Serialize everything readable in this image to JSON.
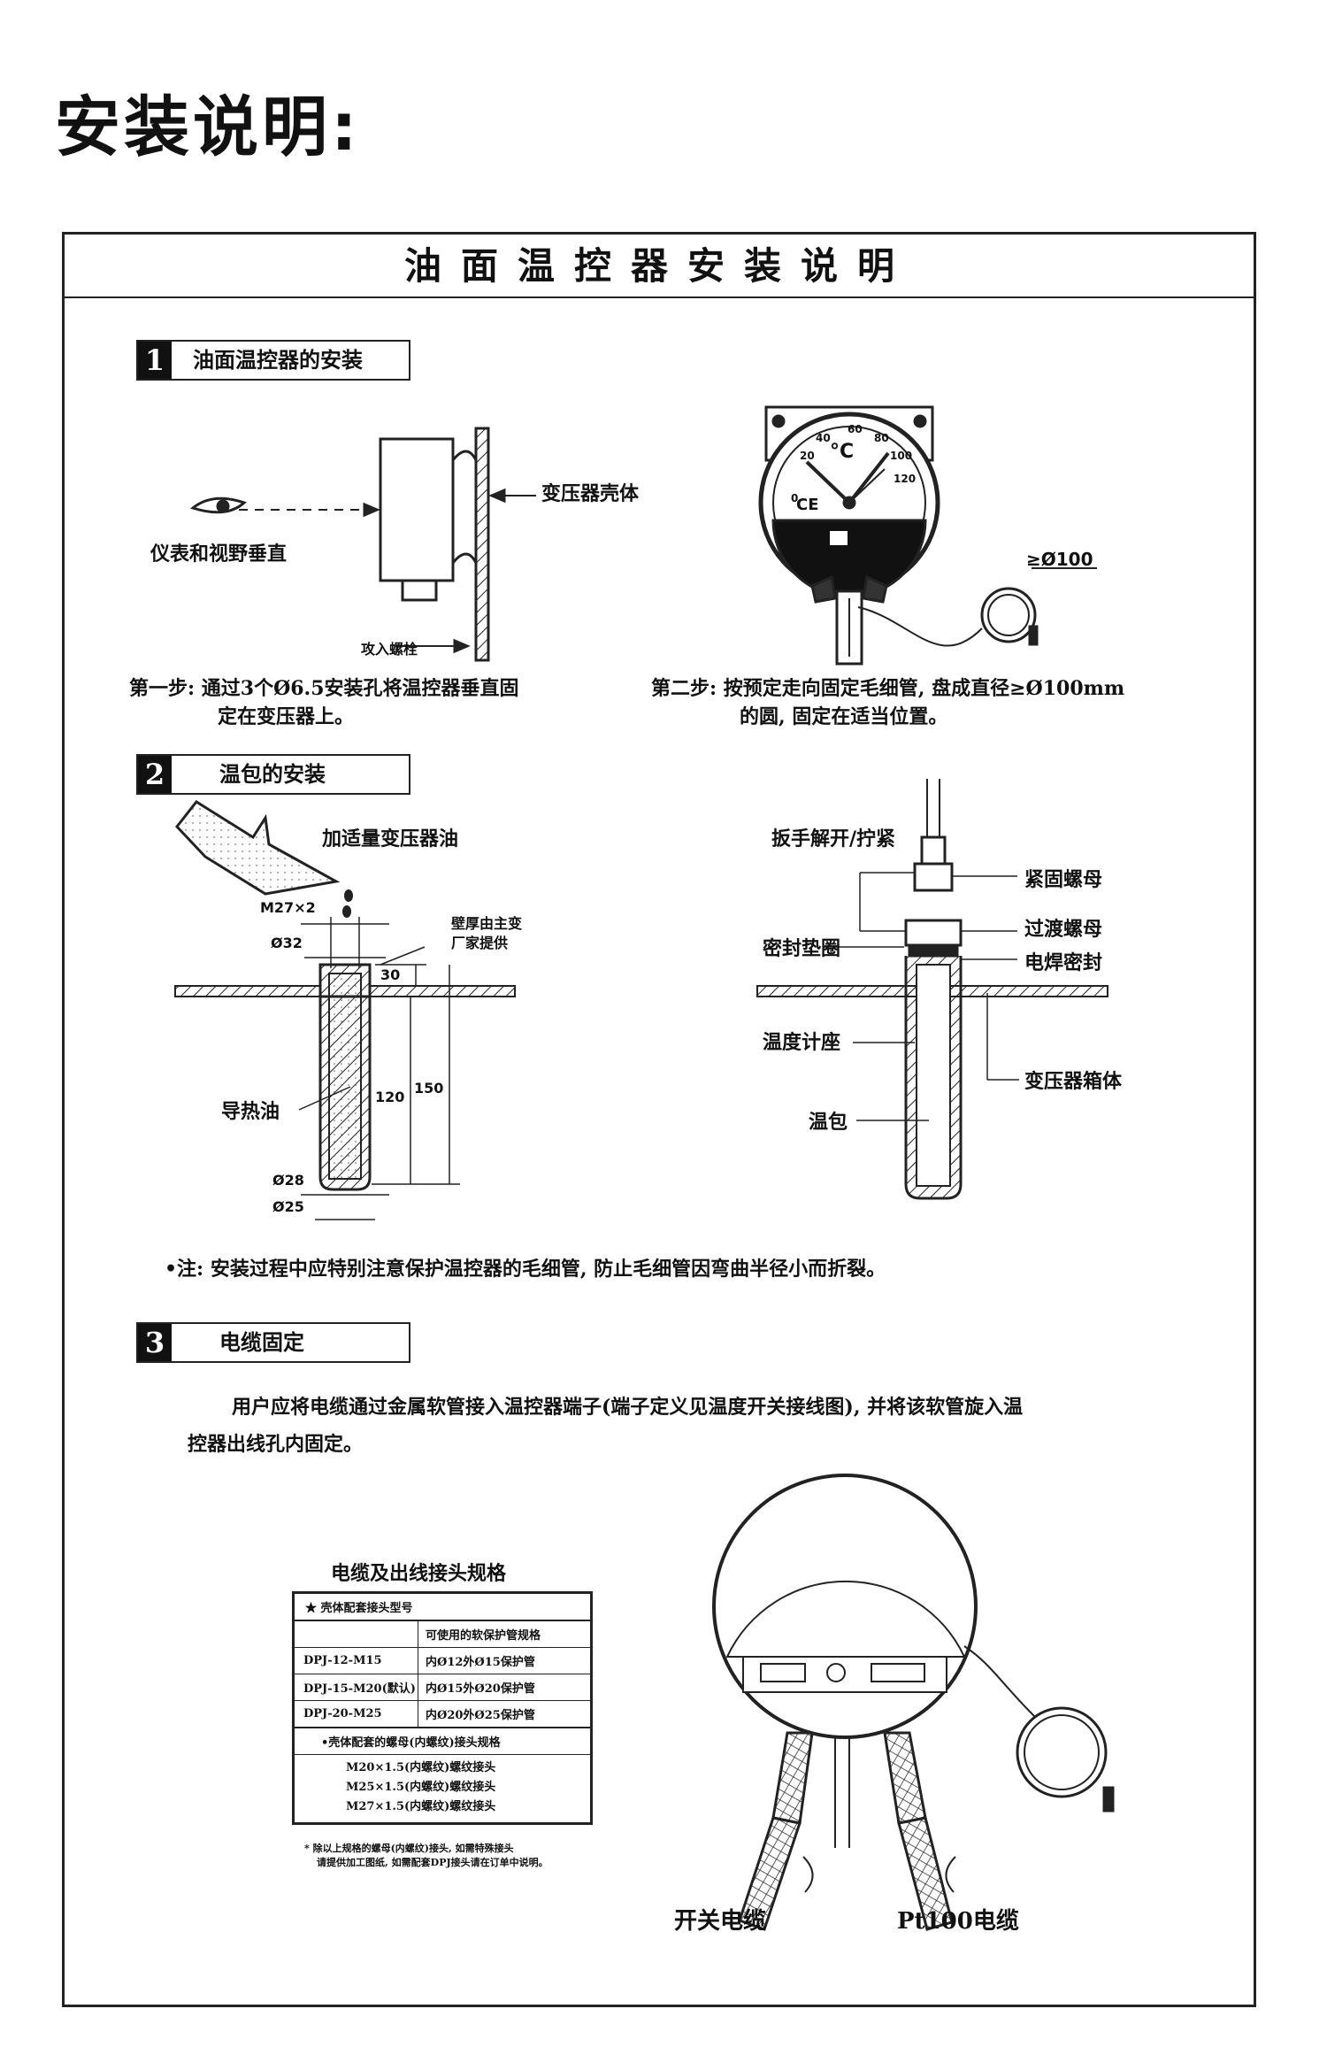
{
  "page_heading": "安装说明:",
  "doc_title": "油面温控器安装说明",
  "section1": {
    "num": "1",
    "title": "油面温控器的安装",
    "label_transformer_shell": "变压器壳体",
    "label_eye": "仪表和视野垂直",
    "label_screw": "攻入螺栓",
    "step1_line1": "第一步: 通过3个Ø6.5安装孔将温控器垂直固",
    "step1_line2": "定在变压器上。",
    "step2_line1": "第二步: 按预定走向固定毛细管, 盘成直径≥Ø100mm",
    "step2_line2": "的圆, 固定在适当位置。",
    "coil_dim": "≥Ø100",
    "dial_unit": "°C",
    "dial_ticks": [
      "0",
      "20",
      "40",
      "60",
      "80",
      "100",
      "120"
    ],
    "dial_marks": "CE"
  },
  "section2": {
    "num": "2",
    "title": "温包的安装",
    "label_add_oil": "加适量变压器油",
    "dim_m27": "M27×2",
    "dim_d32": "Ø32",
    "label_wall_l1": "壁厚由主变",
    "label_wall_l2": "厂家提供",
    "dim_30": "30",
    "dim_120": "120",
    "dim_150": "150",
    "label_heat_oil": "导热油",
    "dim_d28": "Ø28",
    "dim_d25": "Ø25",
    "label_wrench": "扳手解开/拧紧",
    "label_lock_nut": "紧固螺母",
    "label_seal_ring": "密封垫圈",
    "label_transition_nut": "过渡螺母",
    "label_weld_seal": "电焊密封",
    "label_thermo_seat": "温度计座",
    "label_tank": "变压器箱体",
    "label_bulb": "温包",
    "note": "•注: 安装过程中应特别注意保护温控器的毛细管, 防止毛细管因弯曲半径小而折裂。"
  },
  "section3": {
    "num": "3",
    "title": "电缆固定",
    "para_line1": "用户应将电缆通过金属软管接入温控器端子(端子定义见温度开关接线图), 并将该软管旋入温",
    "para_line2": "控器出线孔内固定。",
    "table_title": "电缆及出线接头规格",
    "table": {
      "star_header": "★  壳体配套接头型号",
      "col2_header": "可使用的软保护管规格",
      "rows": [
        {
          "model": "DPJ-12-M15",
          "spec": "内Ø12外Ø15保护管"
        },
        {
          "model": "DPJ-15-M20(默认)",
          "spec": "内Ø15外Ø20保护管"
        },
        {
          "model": "DPJ-20-M25",
          "spec": "内Ø20外Ø25保护管"
        }
      ],
      "nut_header": "•壳体配套的螺母(内螺纹)接头规格",
      "nut_rows": [
        "M20×1.5(内螺纹)螺纹接头",
        "M25×1.5(内螺纹)螺纹接头",
        "M27×1.5(内螺纹)螺纹接头"
      ]
    },
    "footnote_line1": "* 除以上规格的螺母(内螺纹)接头, 如需特殊接头",
    "footnote_line2": "请提供加工图纸, 如需配套DPJ接头请在订单中说明。",
    "label_switch_cable": "开关电缆",
    "label_pt100_cable": "Pt100电缆"
  }
}
